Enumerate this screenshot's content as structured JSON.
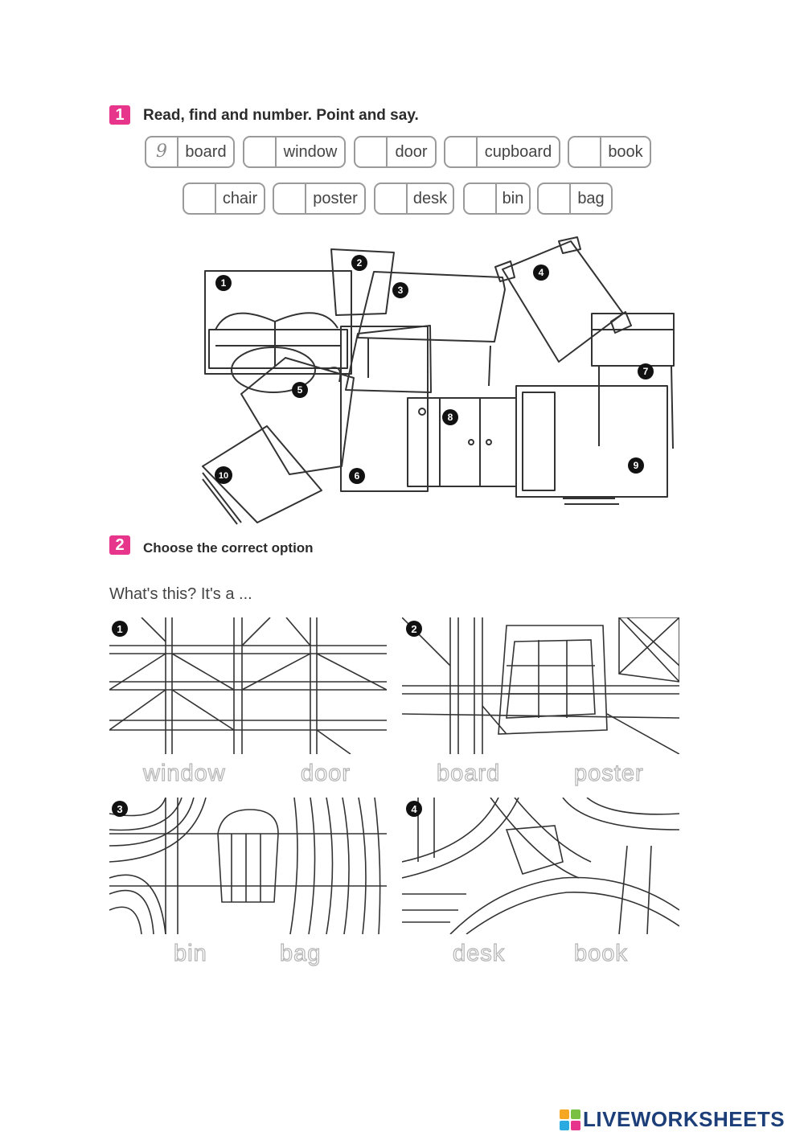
{
  "exercise1": {
    "number": "1",
    "title": "Read, find and number. Point and say.",
    "row1": [
      {
        "answer": "9",
        "word": "board"
      },
      {
        "answer": "",
        "word": "window"
      },
      {
        "answer": "",
        "word": "door"
      },
      {
        "answer": "",
        "word": "cupboard"
      },
      {
        "answer": "",
        "word": "book"
      }
    ],
    "row2": [
      {
        "answer": "",
        "word": "chair"
      },
      {
        "answer": "",
        "word": "poster"
      },
      {
        "answer": "",
        "word": "desk"
      },
      {
        "answer": "",
        "word": "bin"
      },
      {
        "answer": "",
        "word": "bag"
      }
    ],
    "scene_numbers": [
      "1",
      "2",
      "3",
      "4",
      "5",
      "6",
      "7",
      "8",
      "9",
      "10"
    ]
  },
  "exercise2": {
    "number": "2",
    "title": "Choose the correct option",
    "prompt": "What's this? It's a ...",
    "panels": [
      {
        "number": "1",
        "options": [
          "window",
          "door"
        ]
      },
      {
        "number": "2",
        "options": [
          "board",
          "poster"
        ]
      },
      {
        "number": "3",
        "options": [
          "bin",
          "bag"
        ]
      },
      {
        "number": "4",
        "options": [
          "desk",
          "book"
        ]
      }
    ]
  },
  "footer": {
    "logo_text": "LIVEWORKSHEETS",
    "logo_colors": [
      "#f5a623",
      "#7ac143",
      "#29abe2",
      "#e8358c"
    ]
  }
}
